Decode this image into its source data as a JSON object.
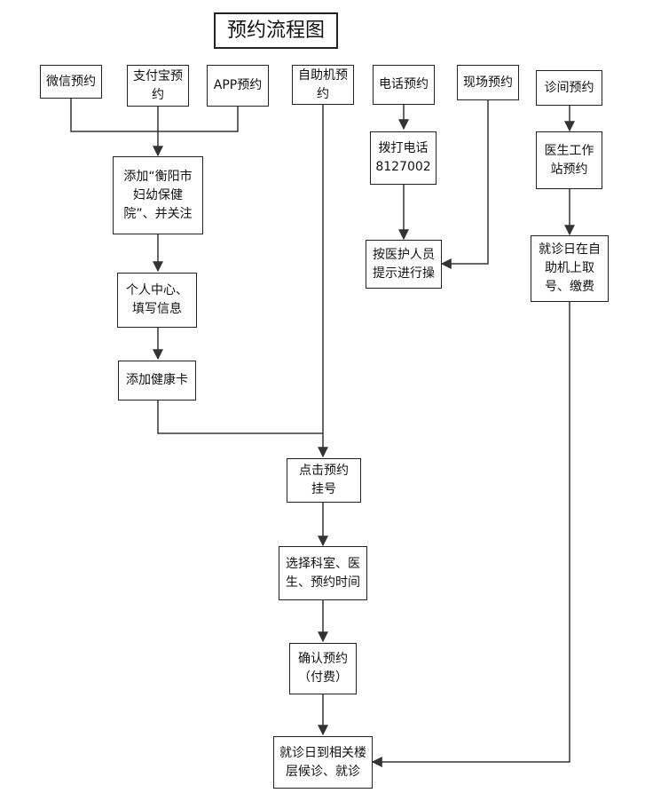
{
  "title": "预约流程图",
  "nodes": {
    "wechat": "微信预约",
    "alipay": "支付宝预\n约",
    "app": "APP预约",
    "kiosk": "自助机预\n约",
    "phone": "电话预约",
    "onsite": "现场预约",
    "clinic": "诊间预约",
    "follow": "添加“衡阳市\n妇幼保健\n院”、并关注",
    "dial": "拨打电话\n8127002",
    "workstation": "医生工作\n站预约",
    "staff": "按医护人员\n提示进行操",
    "kiosk_pickup": "就诊日在自\n助机上取\n号、缴费",
    "profile": "个人中心、\n填写信息",
    "health_card": "添加健康卡",
    "click_register": "点击预约\n挂号",
    "select": "选择科室、医\n生、预约时间",
    "confirm": "确认预约\n（付费）",
    "visit": "就诊日到相关楼\n层候诊、就诊"
  }
}
